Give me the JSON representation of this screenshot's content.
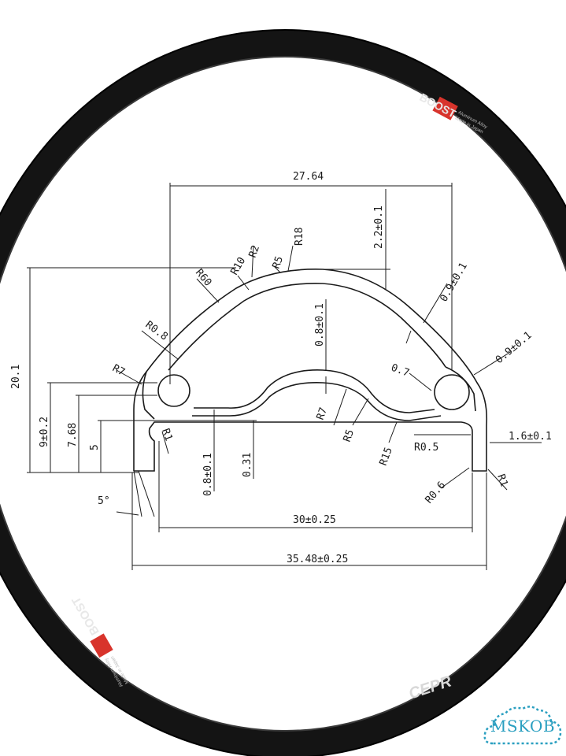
{
  "rim": {
    "brand_top": "BOOST",
    "brand_bottom": "BOOST",
    "model_bottom": "CEPR",
    "small_print_top": "Aluminum Alloy",
    "small_print_top2": "Made in Japan",
    "small_print_bottom": "Aluminum Alloy",
    "small_print_bottom2": "Made in Japan"
  },
  "dimensions": {
    "top_width": "27.64",
    "top_height": "2.2±0.1",
    "r18": "R18",
    "r2": "R2",
    "r10": "R10",
    "r5_top": "R5",
    "r60": "R60",
    "r08": "R0.8",
    "r7_left": "R7",
    "wall_right_1": "0.9±0.1",
    "wall_right_2": "0.9±0.1",
    "center_wall": "0.8±0.1",
    "r07": "0.7",
    "height_total": "20.1",
    "height_9": "9±0.2",
    "height_768": "7.68",
    "height_5": "5",
    "r1_left": "R1",
    "bottom_wall": "0.8±0.1",
    "thin_031": "0.31",
    "r7_center": "R7",
    "r5_center": "R5",
    "r15": "R15",
    "r05": "R0.5",
    "flange": "1.6±0.1",
    "r06": "R0.6",
    "r1_right": "R1",
    "angle": "5°",
    "inner_width": "30±0.25",
    "outer_width": "35.48±0.25"
  },
  "watermark": {
    "text": "MSKOB",
    "color": "#2a9fc0"
  },
  "colors": {
    "rim": "#141414",
    "decal_red": "#d8342c",
    "ink": "#1a1a1a"
  }
}
